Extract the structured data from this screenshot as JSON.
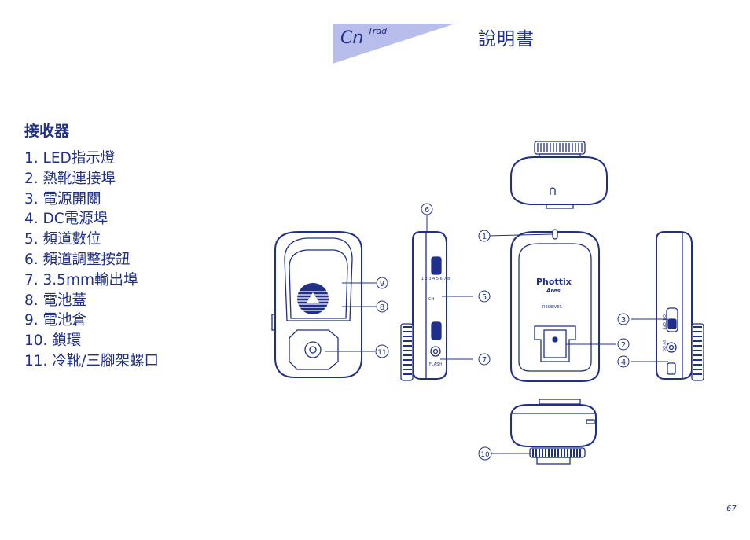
{
  "header": {
    "tab_main": "Cn",
    "tab_sup": "Trad",
    "title": "說明書"
  },
  "section": {
    "heading": "接收器",
    "items": [
      "1. LED指示燈",
      "2. 熱靴連接埠",
      "3. 電源開關",
      "4. DC電源埠",
      "5. 頻道數位",
      "6. 頻道調整按鈕",
      "7. 3.5mm輸出埠",
      "8. 電池蓋",
      "9. 電池倉",
      "10. 鎖環",
      "11. 冷靴/三腳架螺口"
    ]
  },
  "figure": {
    "brand": "Phottix",
    "model": "Ares",
    "device_label": "RECEIVER",
    "ch_label": "CH",
    "flash_label": "FLASH",
    "channels": "1 2 3 4 5 6 7 8",
    "switch_on": "ON",
    "switch_off": "OFF",
    "dc_label": "5V DC",
    "callouts": [
      "1",
      "2",
      "3",
      "4",
      "5",
      "6",
      "7",
      "8",
      "9",
      "10",
      "11"
    ]
  },
  "colors": {
    "ink": "#1f2f8a",
    "tab_fill": "#b9bdeb",
    "device_fill": "#ffffff"
  },
  "page_number": "67"
}
